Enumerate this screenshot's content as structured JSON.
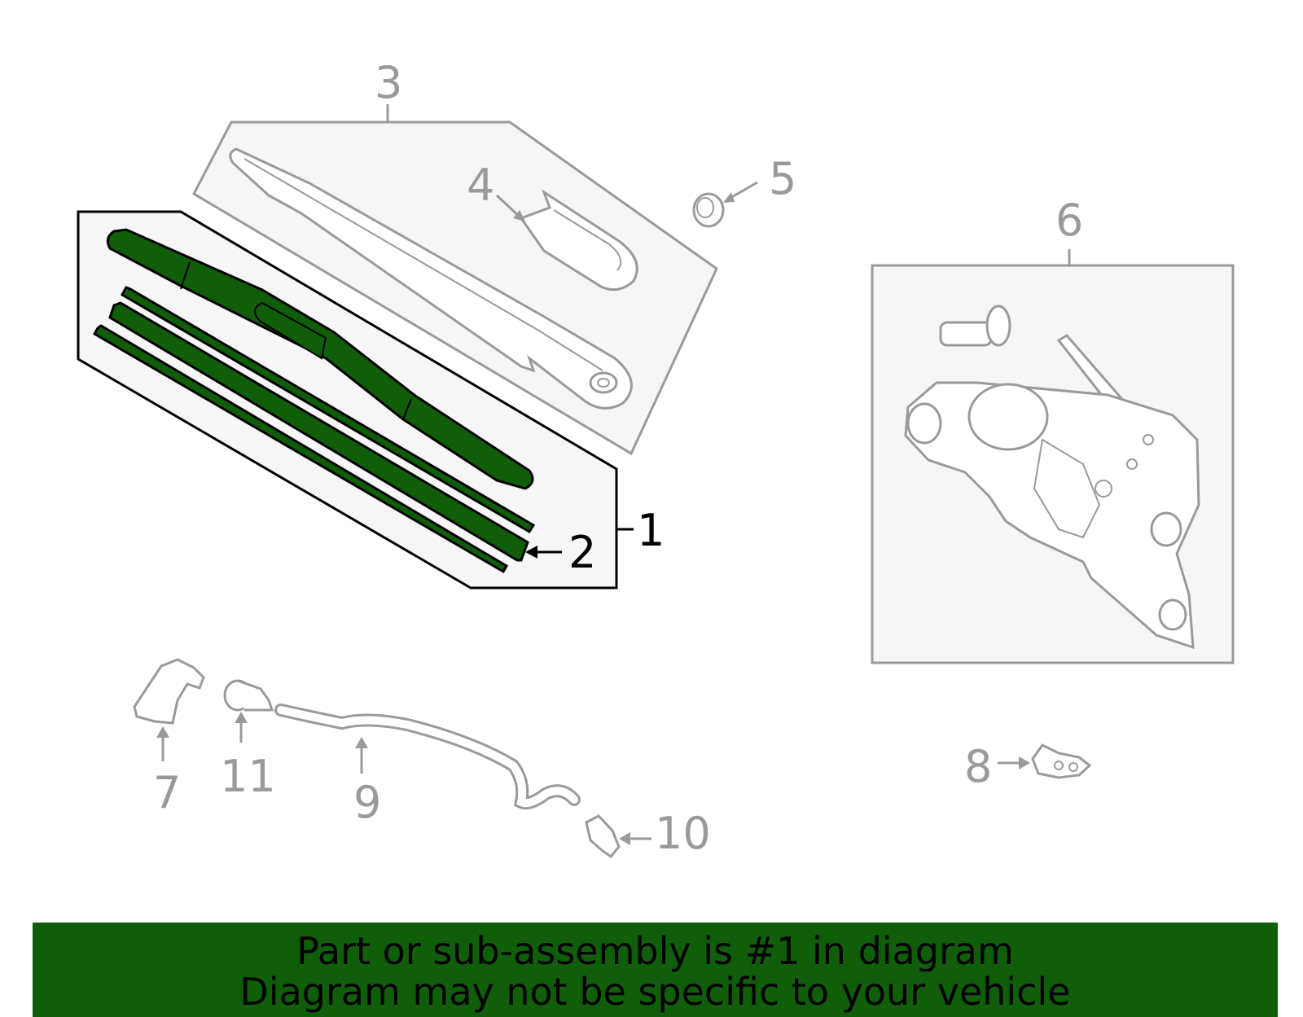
{
  "callouts": {
    "c1": "1",
    "c2": "2",
    "c3": "3",
    "c4": "4",
    "c5": "5",
    "c6": "6",
    "c7": "7",
    "c8": "8",
    "c9": "9",
    "c10": "10",
    "c11": "11"
  },
  "banner": {
    "line1": "Part or sub-assembly is #1 in diagram",
    "line2": "Diagram may not be specific to your vehicle"
  },
  "colors": {
    "highlight": "#115e0a",
    "outline_gray": "#9a9a9a",
    "panel_fill": "#f6f6f6"
  }
}
